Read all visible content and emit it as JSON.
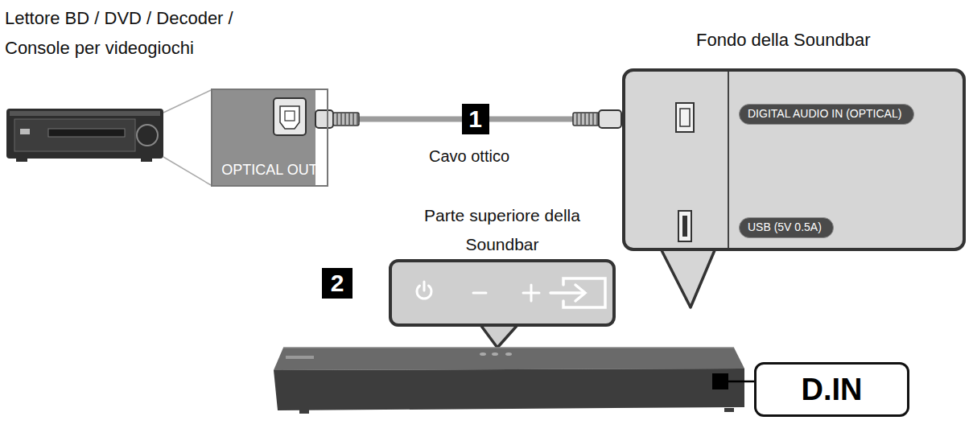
{
  "diagram": {
    "nodes": [
      {
        "text": [
          "OPTICAL OUT"
        ]
      },
      {
        "text": [
          "Fondo della Soundbar"
        ]
      },
      {
        "text": [
          "DIGITAL AUDIO IN (OPTICAL)"
        ],
        "in": 1
      },
      {
        "text": [
          "USB (5V 0.5A)"
        ],
        "in": 1
      },
      {
        "text": [
          "Parte superiore della Soundbar"
        ]
      },
      {
        "text": [
          "D.IN"
        ]
      }
    ],
    "edges": [
      {
        "from": 0,
        "to": 1,
        "arrow": "none",
        "label": "1"
      }
    ],
    "labels": [
      "Lettore BD / DVD / Decoder / Console per videogiochi",
      "Cavo ottico",
      "2"
    ]
  }
}
